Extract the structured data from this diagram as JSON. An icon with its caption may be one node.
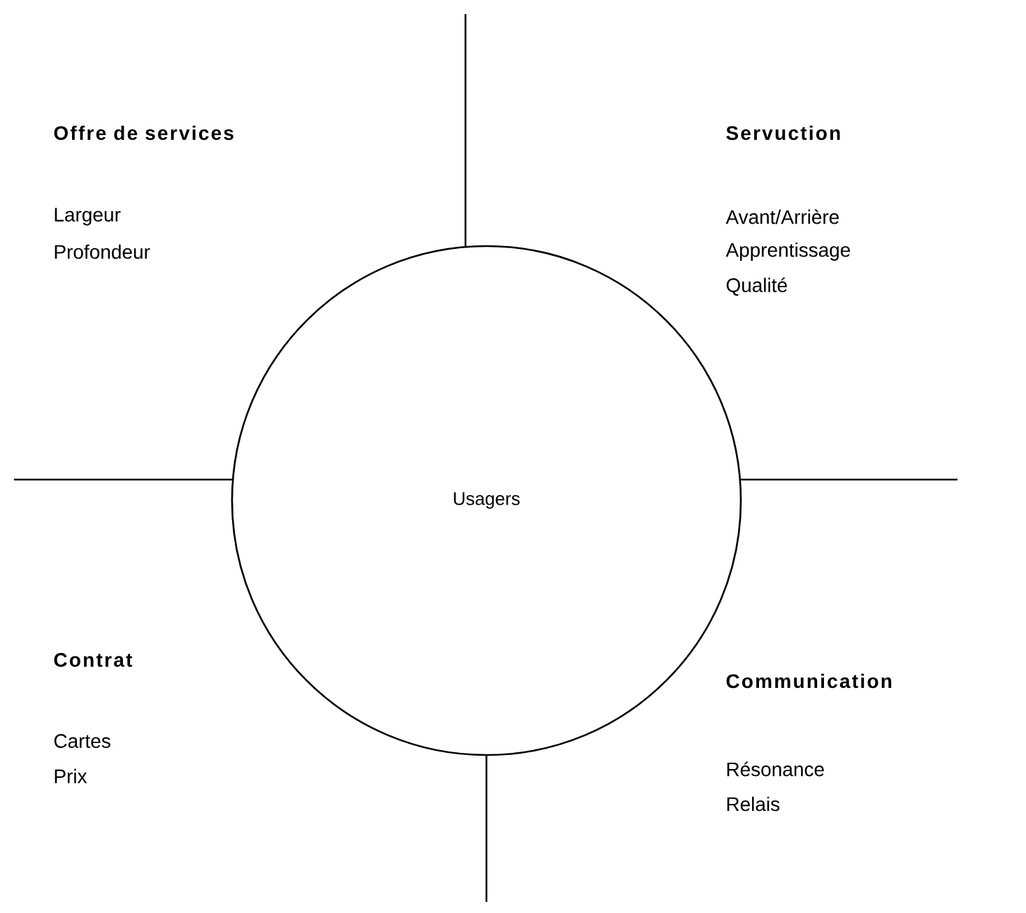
{
  "diagram": {
    "nodes": [
      {
        "text": [
          "Usagers"
        ]
      }
    ],
    "labels": [
      "Offre de services",
      "Largeur",
      "Profondeur",
      "Servuction",
      "Avant/Arrière",
      "Apprentissage",
      "Qualité",
      "Contrat",
      "Cartes",
      "Prix",
      "Communication",
      "Résonance",
      "Relais"
    ]
  }
}
